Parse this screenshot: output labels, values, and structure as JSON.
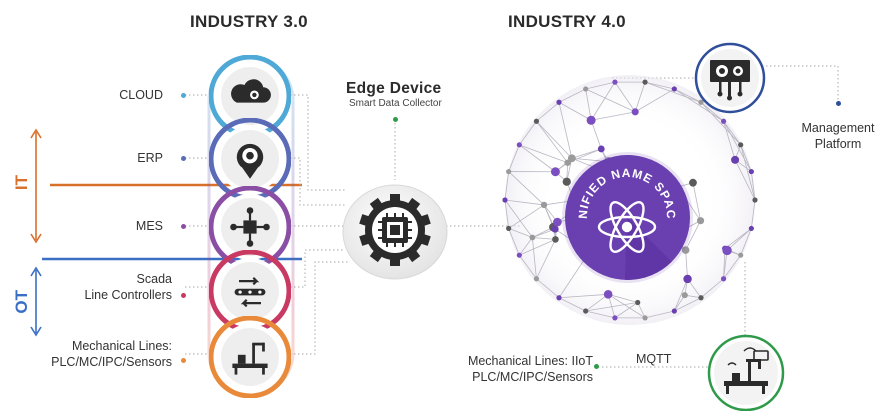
{
  "industry3": {
    "title": "INDUSTRY 3.0",
    "levels": [
      {
        "key": "cloud",
        "label": "CLOUD",
        "icon": "cloud-gear-icon",
        "color": "#4fa9d6"
      },
      {
        "key": "erp",
        "label": "ERP",
        "icon": "gear-pin-icon",
        "color": "#5a6bb8"
      },
      {
        "key": "mes",
        "label": "MES",
        "icon": "network-hub-icon",
        "color": "#8a4fa5"
      },
      {
        "key": "scada",
        "label": "Scada\nLine Controllers",
        "icon": "conveyor-arrows-icon",
        "color": "#c93a63"
      },
      {
        "key": "mech",
        "label": "Mechanical Lines:\nPLC/MC/IPC/Sensors",
        "icon": "robot-line-icon",
        "color": "#e98a3a"
      }
    ],
    "it_label": "IT",
    "ot_label": "OT",
    "it_color": "#d9702a",
    "ot_color": "#3a6fc4"
  },
  "industry4": {
    "title": "INDUSTRY 4.0",
    "hub_label": "UNIFIED NAME SPACE",
    "hub_color": "#6a3fb0",
    "hub_icon": "atom-icon",
    "management": {
      "label": "Management\nPlatform",
      "icon": "gears-board-icon"
    },
    "mechanical": {
      "label": "Mechanical Lines: IIoT\nPLC/MC/IPC/Sensors",
      "icon": "iiot-factory-icon"
    },
    "protocol_label": "MQTT"
  },
  "edge": {
    "title": "Edge Device",
    "subtitle": "Smart Data Collector",
    "icon": "chip-gear-icon"
  }
}
